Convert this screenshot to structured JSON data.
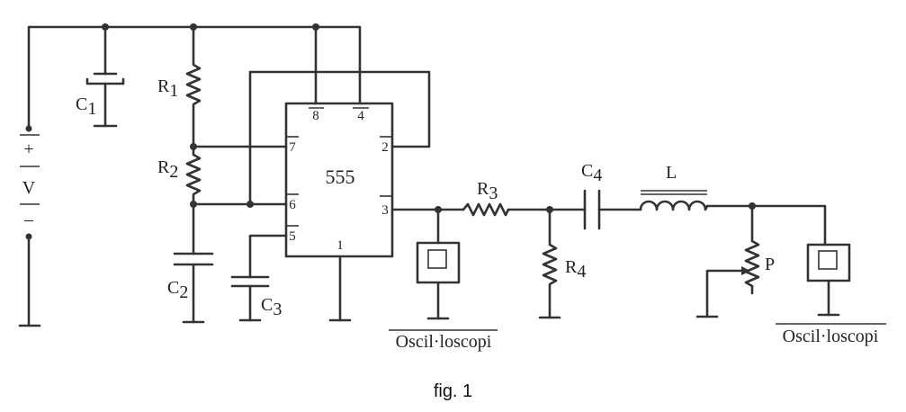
{
  "components": {
    "supply": {
      "plus": "+",
      "label": "V",
      "minus": "–"
    },
    "c1": {
      "name": "C",
      "sub": "1"
    },
    "r1": {
      "name": "R",
      "sub": "1"
    },
    "r2": {
      "name": "R",
      "sub": "2"
    },
    "c2": {
      "name": "C",
      "sub": "2"
    },
    "c3": {
      "name": "C",
      "sub": "3"
    },
    "timer": {
      "label": "555",
      "pins": {
        "p1": "1",
        "p2": "2",
        "p3": "3",
        "p4": "4",
        "p5": "5",
        "p6": "6",
        "p7": "7",
        "p8": "8"
      }
    },
    "r3": {
      "name": "R",
      "sub": "3"
    },
    "r4": {
      "name": "R",
      "sub": "4"
    },
    "c4": {
      "name": "C",
      "sub": "4"
    },
    "inductor": {
      "label": "L"
    },
    "pot": {
      "label": "P"
    },
    "scope1": {
      "label": "Oscil·loscopi"
    },
    "scope2": {
      "label": "Oscil·loscopi"
    }
  },
  "caption": "fig. 1"
}
